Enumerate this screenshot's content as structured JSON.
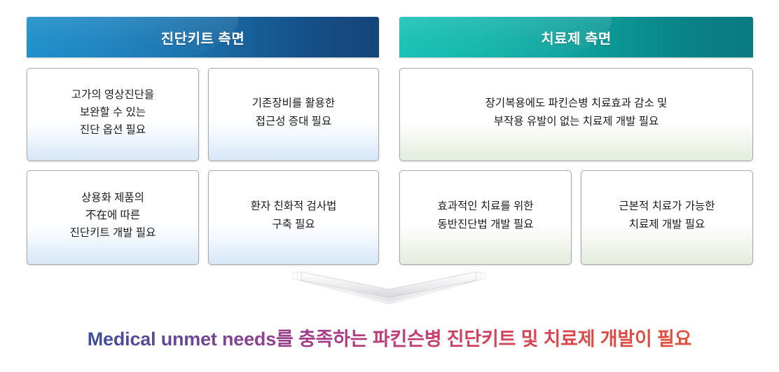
{
  "panels": [
    {
      "id": "diagnostic-kit",
      "header": "진단키트 측면",
      "accent": "#1a8ec9",
      "accent_end": "#15457a",
      "boxes": [
        "고가의 영상진단을\n보완할 수 있는\n진단 옵션 필요",
        "기존장비를 활용한\n접근성 증대 필요",
        "상용화 제품의\n不在에 따른\n진단키트 개발 필요",
        "환자 친화적 검사법\n구축 필요"
      ]
    },
    {
      "id": "therapeutics",
      "header": "치료제 측면",
      "accent": "#14c0b2",
      "accent_end": "#0a7b80",
      "boxes": [
        "장기복용에도 파킨슨병 치료효과 감소 및\n부작용 유발이 없는 치료제 개발 필요",
        "효과적인 치료를 위한\n동반진단법 개발 필요",
        "근본적 치료가 가능한\n치료제 개발 필요"
      ]
    }
  ],
  "arrow": {
    "icon": "chevron-down-icon",
    "color": "#d9d9dc"
  },
  "conclusion": {
    "text": "Medical unmet needs를 충족하는 파킨슨병 진단키트 및 치료제 개발이 필요",
    "gradient_start": "#2c56a3",
    "gradient_end": "#e2543a"
  }
}
